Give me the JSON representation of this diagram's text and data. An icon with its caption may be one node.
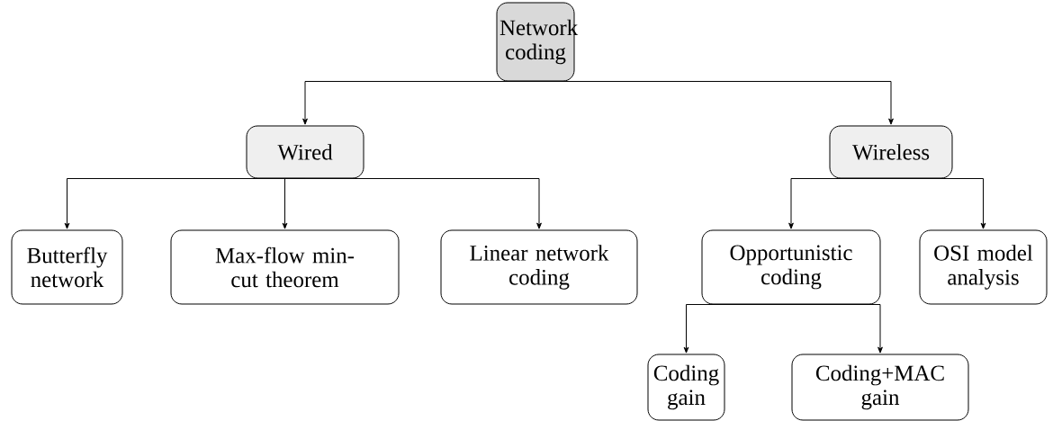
{
  "diagram": {
    "nodes": [
      {
        "text": [
          "Network coding"
        ]
      },
      {
        "text": [
          "Wired"
        ]
      },
      {
        "text": [
          "Wireless"
        ]
      },
      {
        "text": [
          "Butterfly network"
        ]
      },
      {
        "text": [
          "Max-flow min-cut theorem"
        ]
      },
      {
        "text": [
          "Linear network coding"
        ]
      },
      {
        "text": [
          "Opportunistic coding"
        ]
      },
      {
        "text": [
          "OSI model analysis"
        ]
      },
      {
        "text": [
          "Coding gain"
        ]
      },
      {
        "text": [
          "Coding+MAC gain"
        ]
      }
    ],
    "edges": [
      {
        "from": 0,
        "to": 1,
        "arrow": "to"
      },
      {
        "from": 0,
        "to": 2,
        "arrow": "to"
      },
      {
        "from": 1,
        "to": 3,
        "arrow": "to"
      },
      {
        "from": 1,
        "to": 4,
        "arrow": "to"
      },
      {
        "from": 1,
        "to": 5,
        "arrow": "to"
      },
      {
        "from": 2,
        "to": 6,
        "arrow": "to"
      },
      {
        "from": 2,
        "to": 7,
        "arrow": "to"
      },
      {
        "from": 6,
        "to": 8,
        "arrow": "to"
      },
      {
        "from": 6,
        "to": 9,
        "arrow": "to"
      }
    ]
  }
}
